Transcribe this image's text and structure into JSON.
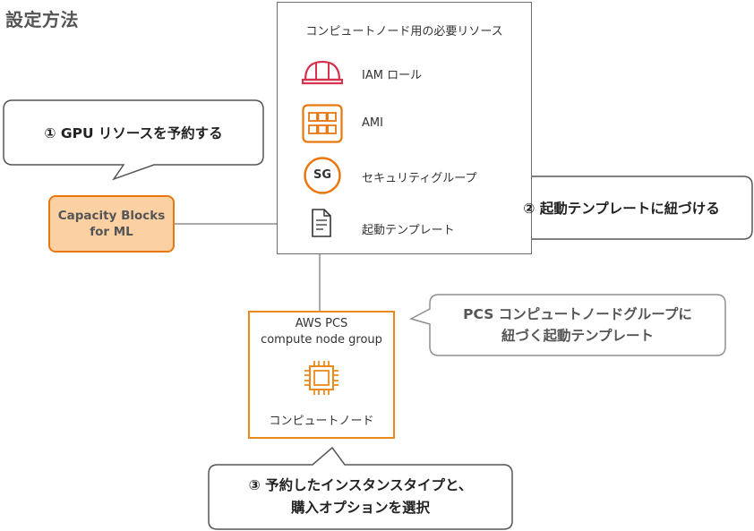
{
  "page": {
    "title": "設定方法"
  },
  "resources": {
    "header": "コンピュートノード用の必要リソース",
    "items": [
      {
        "label": "IAM ロール",
        "icon": "iam-role-helmet-icon"
      },
      {
        "label": "AMI",
        "icon": "ami-grid-icon"
      },
      {
        "label": "セキュリティグループ",
        "icon": "security-group-icon",
        "badge": "SG"
      },
      {
        "label": "起動テンプレート",
        "icon": "launch-template-document-icon"
      }
    ]
  },
  "capacity": {
    "line1": "Capacity Blocks",
    "line2": "for ML"
  },
  "pcs": {
    "line1": "AWS PCS",
    "line2": "compute node group",
    "node_label": "コンピュートノード"
  },
  "callouts": {
    "step1": "① GPU リソースを予約する",
    "step2": "② 起動テンプレートに紐づける",
    "pcs_note_line1": "PCS コンピュートノードグループに",
    "pcs_note_line2": "紐づく起動テンプレート",
    "step3_line1": "③ 予約したインスタンスタイプと、",
    "step3_line2": "購入オプションを選択"
  },
  "colors": {
    "orange": "#e8770f",
    "orange_fill": "#fbd1a3",
    "iam_red": "#d6334f",
    "border_grey": "#6b6b6b"
  }
}
